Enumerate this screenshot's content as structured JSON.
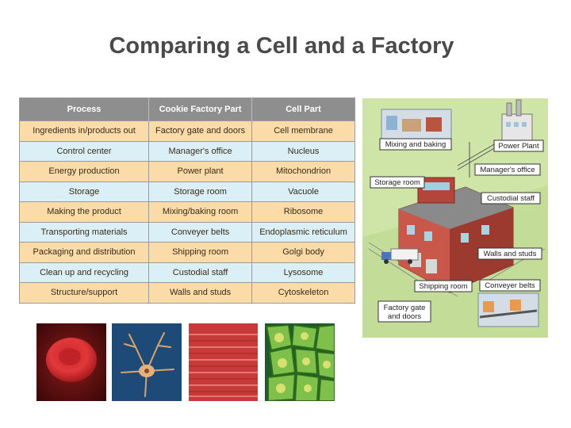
{
  "title": "Comparing a Cell and a Factory",
  "table": {
    "headers": [
      "Process",
      "Cookie Factory Part",
      "Cell Part"
    ],
    "rows": [
      [
        "Ingredients in/products out",
        "Factory gate and doors",
        "Cell membrane"
      ],
      [
        "Control center",
        "Manager's office",
        "Nucleus"
      ],
      [
        "Energy production",
        "Power plant",
        "Mitochondrion"
      ],
      [
        "Storage",
        "Storage room",
        "Vacuole"
      ],
      [
        "Making the product",
        "Mixing/baking room",
        "Ribosome"
      ],
      [
        "Transporting materials",
        "Conveyer belts",
        "Endoplasmic reticulum"
      ],
      [
        "Packaging and distribution",
        "Shipping room",
        "Golgi body"
      ],
      [
        "Clean up and recycling",
        "Custodial staff",
        "Lysosome"
      ],
      [
        "Structure/support",
        "Walls and studs",
        "Cytoskeleton"
      ]
    ]
  },
  "factory_labels": {
    "mixing": "Mixing and baking",
    "power": "Power Plant",
    "manager": "Manager's office",
    "storage": "Storage room",
    "custodial": "Custodial staff",
    "walls": "Walls and studs",
    "shipping": "Shipping room",
    "conveyer": "Conveyer belts",
    "gate_line1": "Factory gate",
    "gate_line2": "and doors"
  },
  "colors": {
    "header_bg": "#8e8e8e",
    "row_orange": "#fbdca8",
    "row_blue": "#daf0f6",
    "factory_bg": "#cfe5a8",
    "building_red": "#b3453a"
  },
  "images": [
    "red-blood-cell",
    "neuron",
    "muscle-tissue",
    "plant-cells"
  ]
}
